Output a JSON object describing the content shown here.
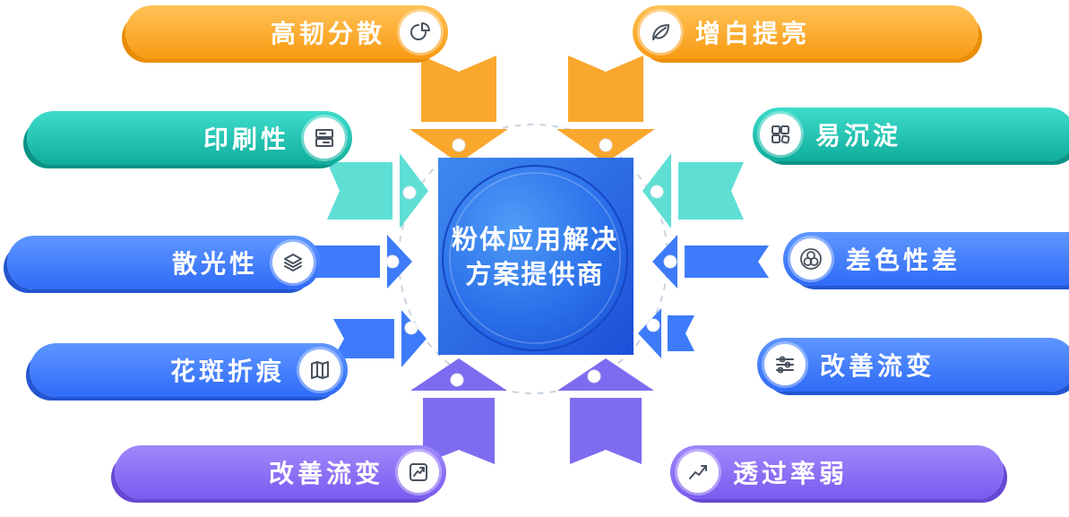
{
  "center": {
    "line1": "粉体应用解决",
    "line2": "方案提供商"
  },
  "left_items": [
    {
      "label": "高韧分散",
      "icon": "pie-chart-icon",
      "color": "#F89A12"
    },
    {
      "label": "印刷性",
      "icon": "printer-icon",
      "color": "#0FAD9B"
    },
    {
      "label": "散光性",
      "icon": "layers-icon",
      "color": "#2F6BF7"
    },
    {
      "label": "花斑折痕",
      "icon": "map-icon",
      "color": "#2F6BF7"
    },
    {
      "label": "改善流变",
      "icon": "trend-arrow-icon",
      "color": "#7A5BEF"
    }
  ],
  "right_items": [
    {
      "label": "增白提亮",
      "icon": "leaf-icon",
      "color": "#F89A12"
    },
    {
      "label": "易沉淀",
      "icon": "puzzle-icon",
      "color": "#0FAD9B"
    },
    {
      "label": "差色性差",
      "icon": "color-circles-icon",
      "color": "#2F6BF7"
    },
    {
      "label": "改善流变",
      "icon": "sliders-icon",
      "color": "#2F6BF7"
    },
    {
      "label": "透过率弱",
      "icon": "line-chart-icon",
      "color": "#7A5BEF"
    }
  ],
  "colors": {
    "orange": "#F89A12",
    "teal": "#0FAD9B",
    "blue": "#2F6BF7",
    "purple": "#7A5BEF",
    "center_square": "#1C4FD8",
    "center_circle": "#2167E8",
    "arrow_orange": "#FAA72D",
    "arrow_teal": "#5FDFD4",
    "arrow_blue": "#3D7BFB",
    "arrow_purple": "#7E6CF0"
  }
}
